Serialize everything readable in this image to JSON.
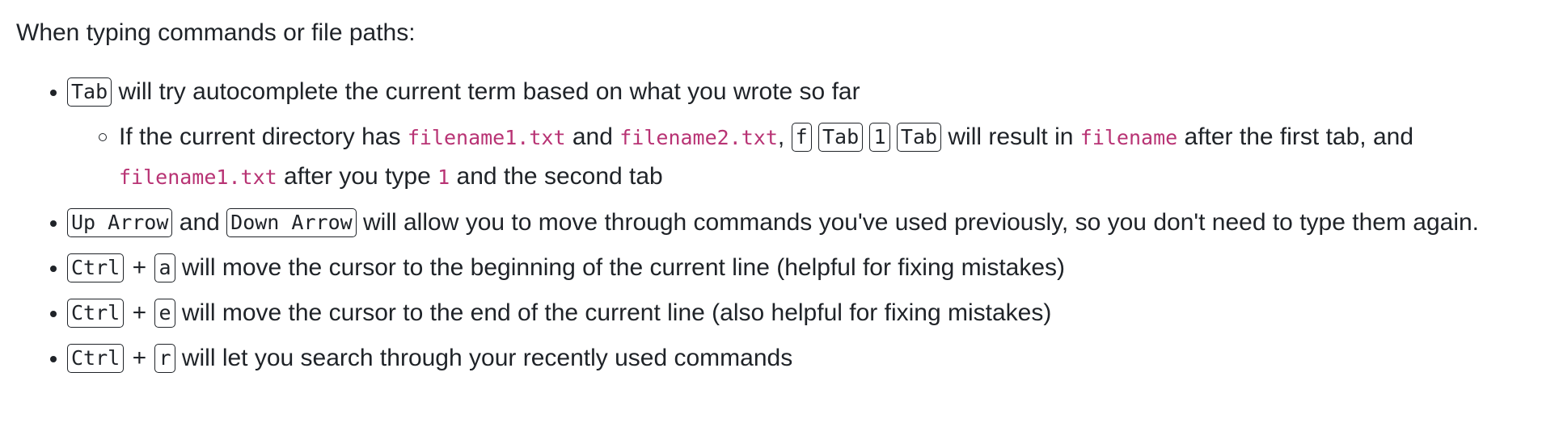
{
  "intro": "When typing commands or file paths:",
  "colors": {
    "text": "#1f2328",
    "code": "#b83374",
    "kbd_border": "#1f2328"
  },
  "items": [
    {
      "keys": [
        "Tab"
      ],
      "text": " will try autocomplete the current term based on what you wrote so far",
      "sub": {
        "t1": "If the current directory has ",
        "code1": "filename1.txt",
        "t2": " and ",
        "code2": "filename2.txt",
        "t3": ", ",
        "keys": [
          "f",
          "Tab",
          "1",
          "Tab"
        ],
        "t4": " will result in ",
        "code3": "filename",
        "t5": " after the first tab, and ",
        "code4": "filename1.txt",
        "t6": " after you type ",
        "code5": "1",
        "t7": " and the second tab"
      }
    },
    {
      "keys": [
        "Up Arrow",
        "Down Arrow"
      ],
      "joiner": " and ",
      "text": " will allow you to move through commands you've used previously, so you don't need to type them again."
    },
    {
      "keys": [
        "Ctrl",
        "a"
      ],
      "joiner": "+",
      "text": " will move the cursor to the beginning of the current line (helpful for fixing mistakes)"
    },
    {
      "keys": [
        "Ctrl",
        "e"
      ],
      "joiner": "+",
      "text": " will move the cursor to the end of the current line (also helpful for fixing mistakes)"
    },
    {
      "keys": [
        "Ctrl",
        "r"
      ],
      "joiner": "+",
      "text": " will let you search through your recently used commands"
    }
  ]
}
